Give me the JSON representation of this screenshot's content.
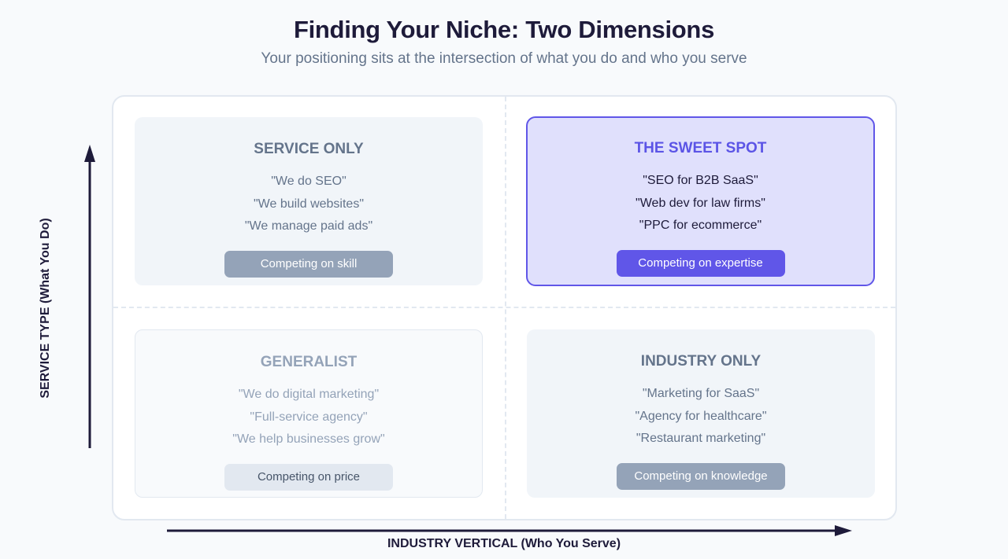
{
  "header": {
    "title": "Finding Your Niche: Two Dimensions",
    "subtitle": "Your positioning sits at the intersection of what you do and who you serve"
  },
  "axes": {
    "y_label": "SERVICE TYPE (What You Do)",
    "x_label": "INDUSTRY VERTICAL (Who You Serve)"
  },
  "quadrants": {
    "service_only": {
      "title": "SERVICE ONLY",
      "examples": [
        "\"We do SEO\"",
        "\"We build websites\"",
        "\"We manage paid ads\""
      ],
      "badge": "Competing on skill"
    },
    "sweet_spot": {
      "title": "THE SWEET SPOT",
      "examples": [
        "\"SEO for B2B SaaS\"",
        "\"Web dev for law firms\"",
        "\"PPC for ecommerce\""
      ],
      "badge": "Competing on expertise"
    },
    "generalist": {
      "title": "GENERALIST",
      "examples": [
        "\"We do digital marketing\"",
        "\"Full-service agency\"",
        "\"We help businesses grow\""
      ],
      "badge": "Competing on price"
    },
    "industry_only": {
      "title": "INDUSTRY ONLY",
      "examples": [
        "\"Marketing for SaaS\"",
        "\"Agency for healthcare\"",
        "\"Restaurant marketing\""
      ],
      "badge": "Competing on knowledge"
    }
  },
  "colors": {
    "accent": "#6056e8",
    "accent_bg": "#e0e0fc",
    "muted_badge": "#94a3b8",
    "dark_text": "#1e1b3a"
  }
}
